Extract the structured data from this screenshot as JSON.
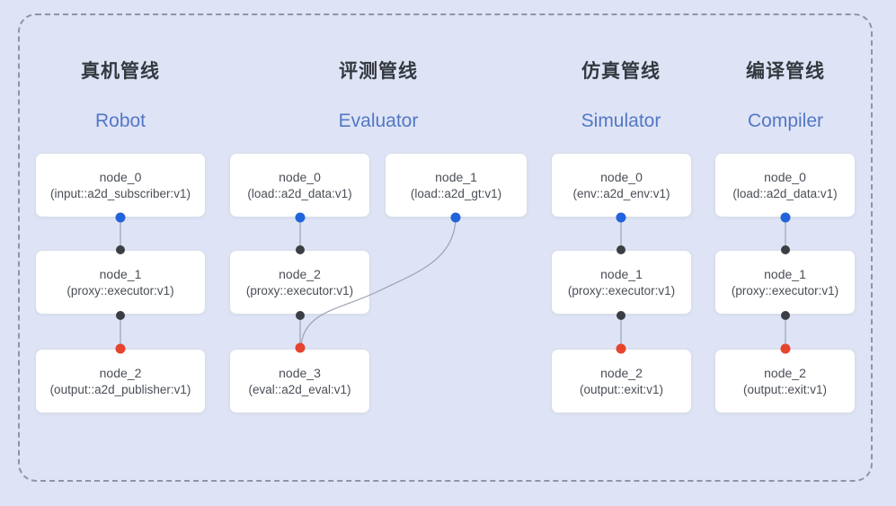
{
  "colors": {
    "background": "#dee4f6",
    "dashed_border": "#8e95a4",
    "node_border": "#d9dde7",
    "node_text": "#4a4e57",
    "title_zh": "#34383f",
    "title_en": "#5377c5",
    "edge_line": "#9aa2b2",
    "port_blue": "#2163da",
    "port_dark": "#3b3e44",
    "port_red": "#e7432d"
  },
  "pipelines": [
    {
      "id": "robot",
      "title_zh": "真机管线",
      "title_en": "Robot",
      "nodes": [
        {
          "name": "node_0",
          "type": "(input::a2d_subscriber:v1)"
        },
        {
          "name": "node_1",
          "type": "(proxy::executor:v1)"
        },
        {
          "name": "node_2",
          "type": "(output::a2d_publisher:v1)"
        }
      ],
      "edges": [
        {
          "from": "node_0",
          "to": "node_1"
        },
        {
          "from": "node_1",
          "to": "node_2"
        }
      ]
    },
    {
      "id": "evaluator",
      "title_zh": "评测管线",
      "title_en": "Evaluator",
      "nodes": [
        {
          "name": "node_0",
          "type": "(load::a2d_data:v1)"
        },
        {
          "name": "node_1",
          "type": "(load::a2d_gt:v1)"
        },
        {
          "name": "node_2",
          "type": "(proxy::executor:v1)"
        },
        {
          "name": "node_3",
          "type": "(eval::a2d_eval:v1)"
        }
      ],
      "edges": [
        {
          "from": "node_0",
          "to": "node_2"
        },
        {
          "from": "node_2",
          "to": "node_3"
        },
        {
          "from": "node_1",
          "to": "node_3"
        }
      ]
    },
    {
      "id": "simulator",
      "title_zh": "仿真管线",
      "title_en": "Simulator",
      "nodes": [
        {
          "name": "node_0",
          "type": "(env::a2d_env:v1)"
        },
        {
          "name": "node_1",
          "type": "(proxy::executor:v1)"
        },
        {
          "name": "node_2",
          "type": "(output::exit:v1)"
        }
      ],
      "edges": [
        {
          "from": "node_0",
          "to": "node_1"
        },
        {
          "from": "node_1",
          "to": "node_2"
        }
      ]
    },
    {
      "id": "compiler",
      "title_zh": "编译管线",
      "title_en": "Compiler",
      "nodes": [
        {
          "name": "node_0",
          "type": "(load::a2d_data:v1)"
        },
        {
          "name": "node_1",
          "type": "(proxy::executor:v1)"
        },
        {
          "name": "node_2",
          "type": "(output::exit:v1)"
        }
      ],
      "edges": [
        {
          "from": "node_0",
          "to": "node_1"
        },
        {
          "from": "node_1",
          "to": "node_2"
        }
      ]
    }
  ]
}
